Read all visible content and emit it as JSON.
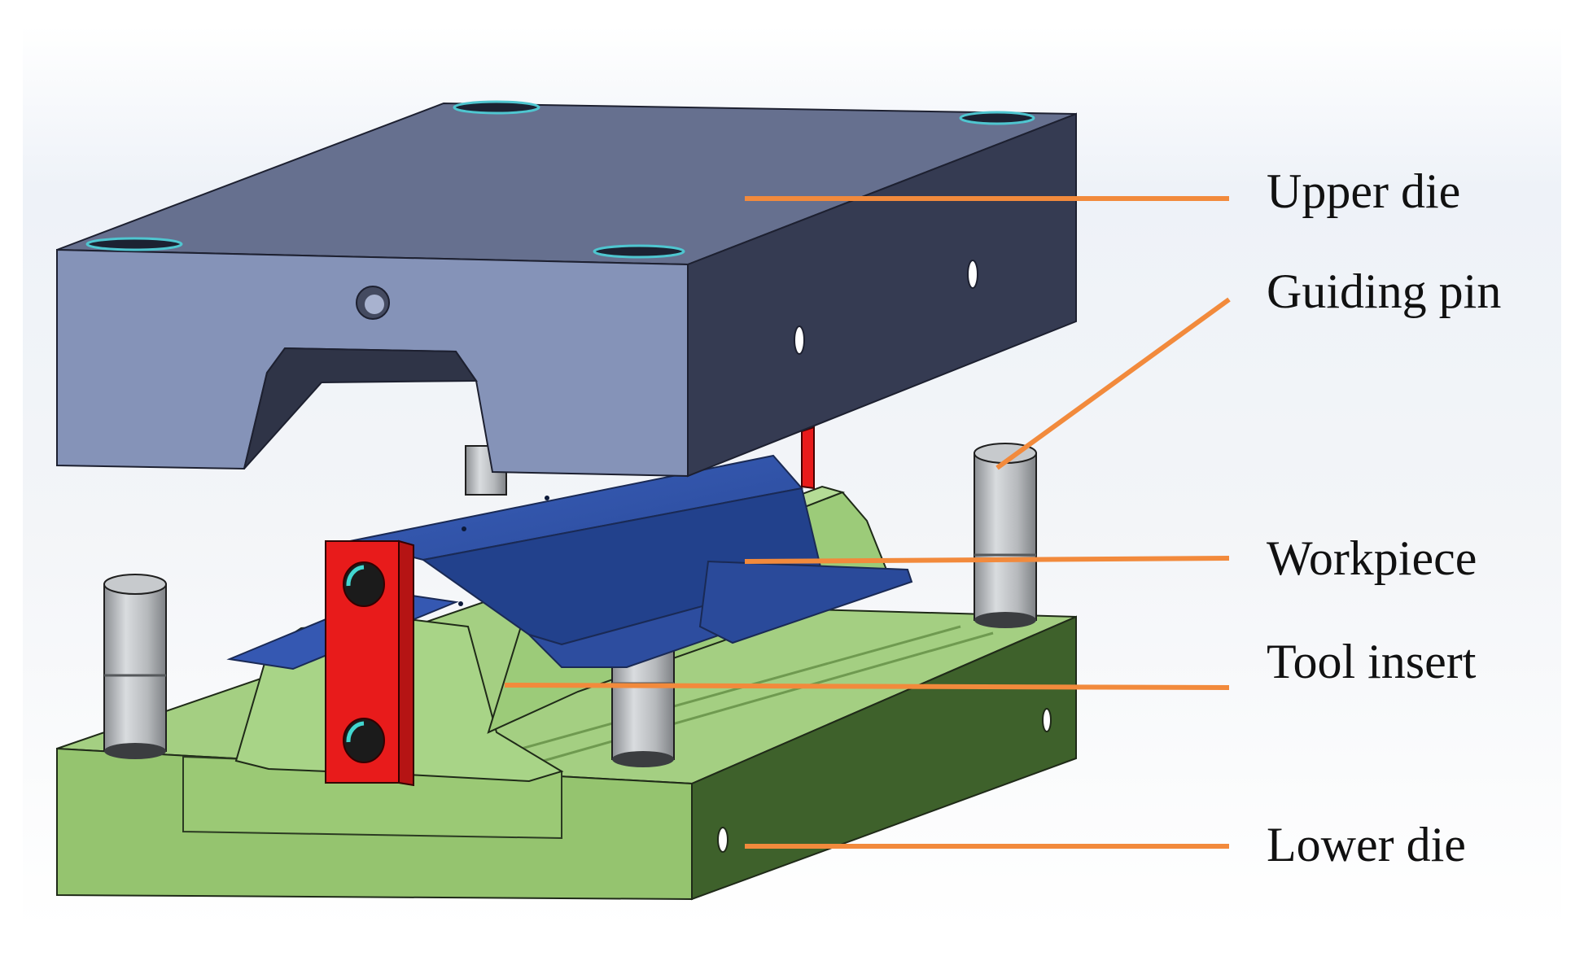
{
  "diagram": {
    "labels": {
      "upper_die": "Upper die",
      "guiding_pin": "Guiding pin",
      "workpiece": "Workpiece",
      "tool_insert": "Tool insert",
      "lower_die": "Lower die"
    },
    "colors": {
      "leader_line": "#f28a3c",
      "upper_die_top": "#66708f",
      "upper_die_front": "#8593b8",
      "upper_die_side": "#353b52",
      "lower_die_top": "#a4cf82",
      "lower_die_front": "#95c46f",
      "lower_die_side": "#3e612b",
      "workpiece": "#2e4fa5",
      "clamp": "#e81b1b",
      "pin": "#b7babd"
    }
  }
}
